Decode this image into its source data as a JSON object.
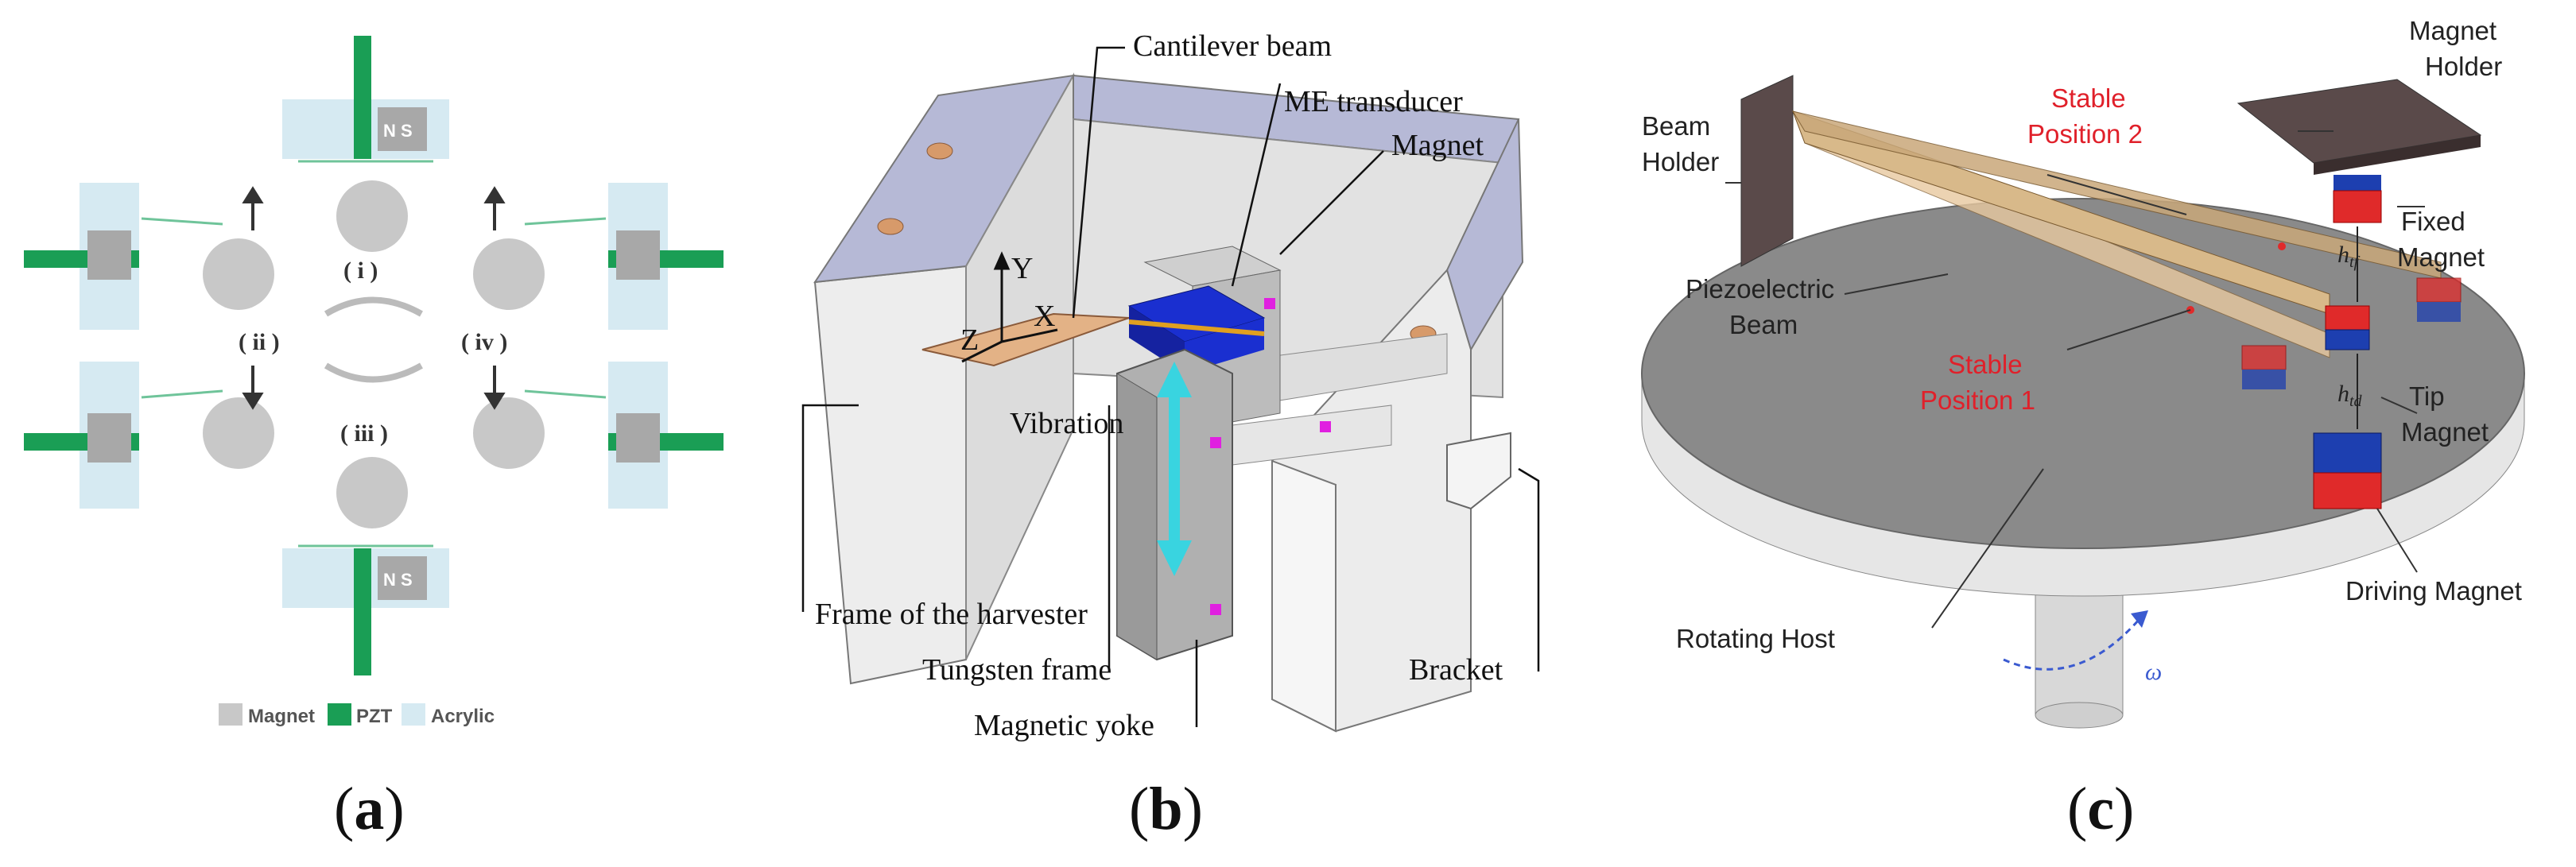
{
  "panel_a": {
    "caption": "a",
    "stages": [
      "( i )",
      "( ii )",
      "( iii )",
      "( iv )"
    ],
    "legend": [
      "Magnet",
      "PZT",
      "Acrylic"
    ],
    "magnet_label": "N S",
    "colors": {
      "magnet": "#c8c8c8",
      "pzt": "#1a9e55",
      "acrylic": "#d6eaf2"
    }
  },
  "panel_b": {
    "caption": "b",
    "labels": {
      "cantilever": "Cantilever beam",
      "me_transducer": "ME transducer",
      "magnet": "Magnet",
      "vibration": "Vibration",
      "frame": "Frame of the harvester",
      "tungsten": "Tungsten frame",
      "yoke": "Magnetic yoke",
      "bracket": "Bracket",
      "axis_y": "Y",
      "axis_x": "X",
      "axis_z": "Z"
    },
    "colors": {
      "frame": "#e6e6e6",
      "top": "#b6b9d6",
      "transducer": "#1a2fd0",
      "vibration": "#39d4e0"
    }
  },
  "panel_c": {
    "caption": "c",
    "labels": {
      "beam_holder_1": "Beam",
      "beam_holder_2": "Holder",
      "magnet_holder_1": "Magnet",
      "magnet_holder_2": "Holder",
      "stable2_1": "Stable",
      "stable2_2": "Position 2",
      "stable1_1": "Stable",
      "stable1_2": "Position 1",
      "fixed_1": "Fixed",
      "fixed_2": "Magnet",
      "piezo_1": "Piezoelectric",
      "piezo_2": "Beam",
      "tip_1": "Tip",
      "tip_2": "Magnet",
      "driving": "Driving Magnet",
      "rotating": "Rotating Host",
      "h_tf": "h",
      "h_tf_sub": "tf",
      "h_td": "h",
      "h_td_sub": "td",
      "omega": "ω"
    },
    "colors": {
      "stable_text": "#e0202a",
      "magnet_blue": "#1d3fb0",
      "magnet_red": "#e02a2a",
      "disc": "#8a8a8a",
      "beam": "#d8b98a"
    }
  }
}
